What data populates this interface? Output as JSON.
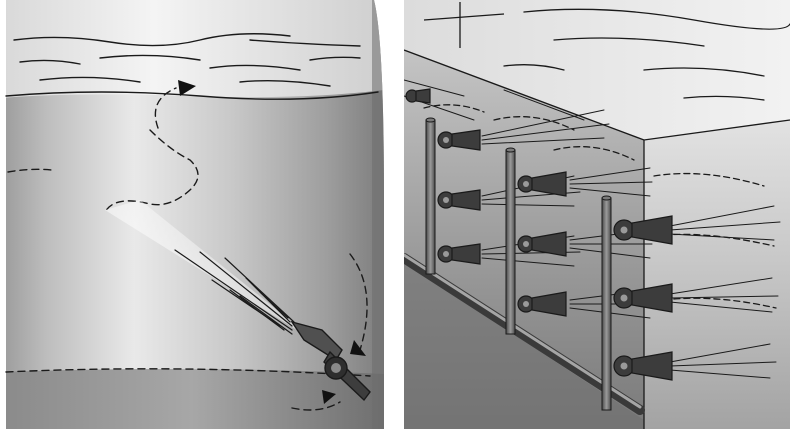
{
  "panels": [
    {
      "id": "left",
      "subject": "single-nozzle-tank-mixing",
      "nozzle_count": 1
    },
    {
      "id": "right",
      "subject": "multi-nozzle-header-array",
      "header_pipe_count": 3,
      "nozzle_count": 10
    }
  ],
  "colors": {
    "fluid_light": "#e6e6e6",
    "fluid_mid": "#a9a9a9",
    "fluid_dark": "#7a7a7a",
    "pipe": "#6b6b6b",
    "nozzle": "#3c3c3c",
    "line": "#1a1a1a",
    "background": "#ffffff"
  }
}
